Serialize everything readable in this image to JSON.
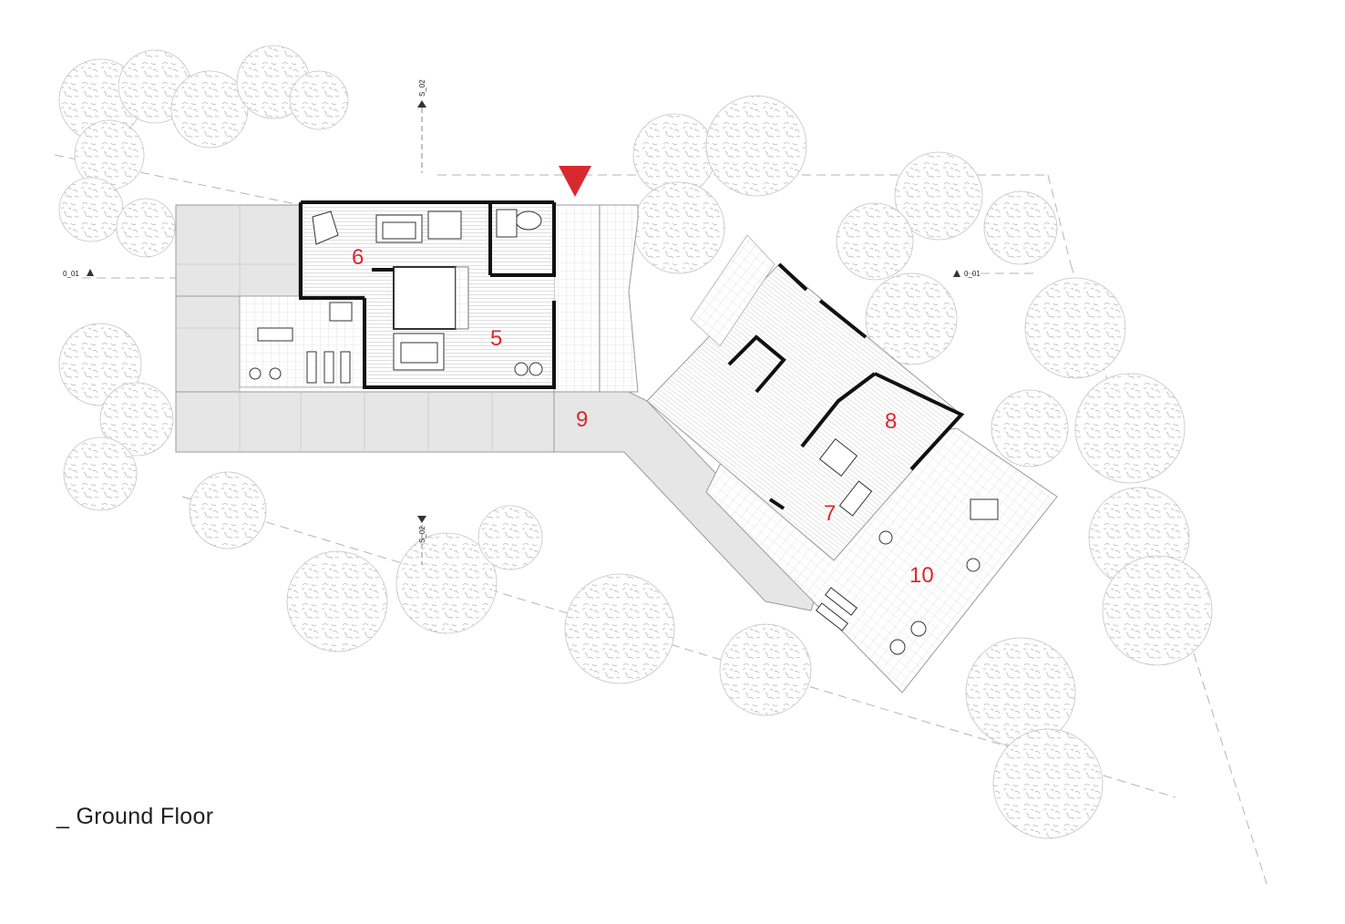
{
  "title": "_ Ground Floor",
  "section_marks": [
    {
      "id": "s02-top",
      "label": "S_02"
    },
    {
      "id": "s02-bottom",
      "label": "S_02"
    },
    {
      "id": "o01-left",
      "label": "0_01"
    },
    {
      "id": "o01-right",
      "label": "0_01"
    }
  ],
  "rooms": [
    {
      "id": "room-5",
      "label": "5"
    },
    {
      "id": "room-6",
      "label": "6"
    },
    {
      "id": "room-7",
      "label": "7"
    },
    {
      "id": "room-8",
      "label": "8"
    },
    {
      "id": "room-9",
      "label": "9"
    },
    {
      "id": "room-10",
      "label": "10"
    }
  ],
  "colors": {
    "accent": "#d8292f",
    "wall": "#111111",
    "paving": "#e6e6e6",
    "line": "#9a9a9a",
    "tree": "#b9b9b9"
  },
  "icons": {
    "entrance": "entrance-arrow-icon",
    "section": "section-triangle-icon"
  }
}
